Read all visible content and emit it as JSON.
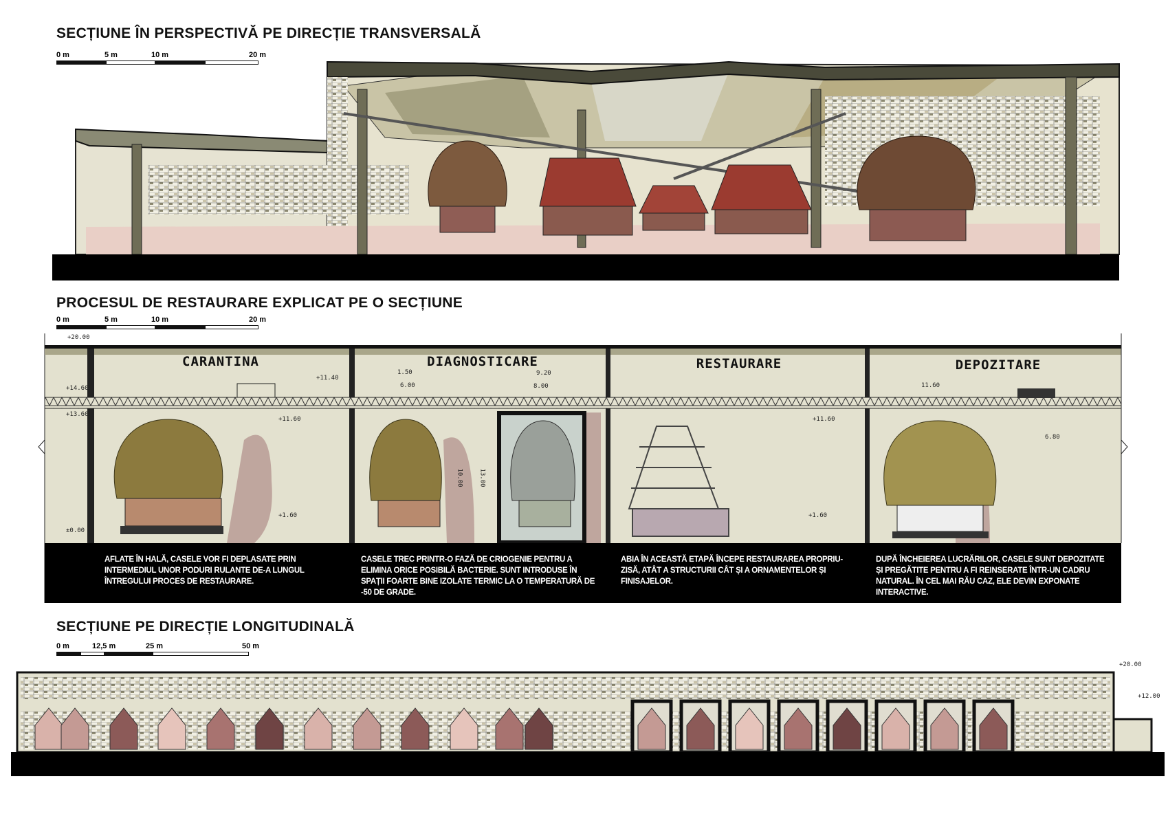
{
  "sections": [
    {
      "title": "SECȚIUNE ÎN PERSPECTIVĂ PE DIRECȚIE TRANSVERSALĂ",
      "scale_labels": [
        "0 m",
        "5 m",
        "10 m",
        "20 m"
      ]
    },
    {
      "title": "PROCESUL DE RESTAURARE EXPLICAT PE O SECȚIUNE",
      "scale_labels": [
        "0 m",
        "5 m",
        "10 m",
        "20 m"
      ],
      "zones": [
        {
          "label": "CARANTINA",
          "text": "Aflate în hală, casele vor fi deplasate prin intermediul unor poduri rulante de-a lungul întregului proces de restaurare."
        },
        {
          "label": "DIAGNOSTICARE",
          "text": "Casele trec printr-o fază de criogenie pentru a elimina orice posibilă bacterie. Sunt introduse în spații foarte bine izolate termic la o temperatură de -50 de grade."
        },
        {
          "label": "RESTAURARE",
          "text": "Abia în această etapă începe restaurarea propriu-zisă, atât a structurii cât și a ornamentelor și finisajelor."
        },
        {
          "label": "DEPOZITARE",
          "text": "După încheierea lucrărilor, casele sunt depozitate și pregătite pentru a fi reinserate într-un cadru natural. În cel mai rău caz, ele devin exponate interactive."
        }
      ],
      "dimensions": {
        "level_top": "+20.00",
        "level_crane": "+14.60",
        "level_beam": "+13.60",
        "level_ground": "±0.00",
        "carantina_hook": "+11.40",
        "carantina_upper": "+11.60",
        "carantina_lower": "+1.60",
        "diag_w1": "1.50",
        "diag_w2": "6.00",
        "diag_w3": "9.20",
        "diag_w4": "8.00",
        "diag_h1": "10.00",
        "diag_h2": "13.00",
        "rest_upper": "+11.60",
        "rest_lower": "+1.60",
        "depo_w1": "11.60",
        "depo_w2": "6.80"
      }
    },
    {
      "title": "SECȚIUNE PE DIRECȚIE LONGITUDINALĂ",
      "scale_labels": [
        "0 m",
        "12,5 m",
        "25 m",
        "50 m"
      ],
      "levels": [
        "+20.00",
        "+12.00"
      ]
    }
  ],
  "colors": {
    "wall": "#e3e1cf",
    "structure": "#6b6a52",
    "base": "#000000",
    "shadow": "#b99b95",
    "thatch": "#8c7a3e",
    "tile_roof": "#9b3b30",
    "house_palette": [
      "#d9b2aa",
      "#c49a94",
      "#8c5a58",
      "#e6c4bb",
      "#a87370",
      "#6f4444"
    ]
  }
}
